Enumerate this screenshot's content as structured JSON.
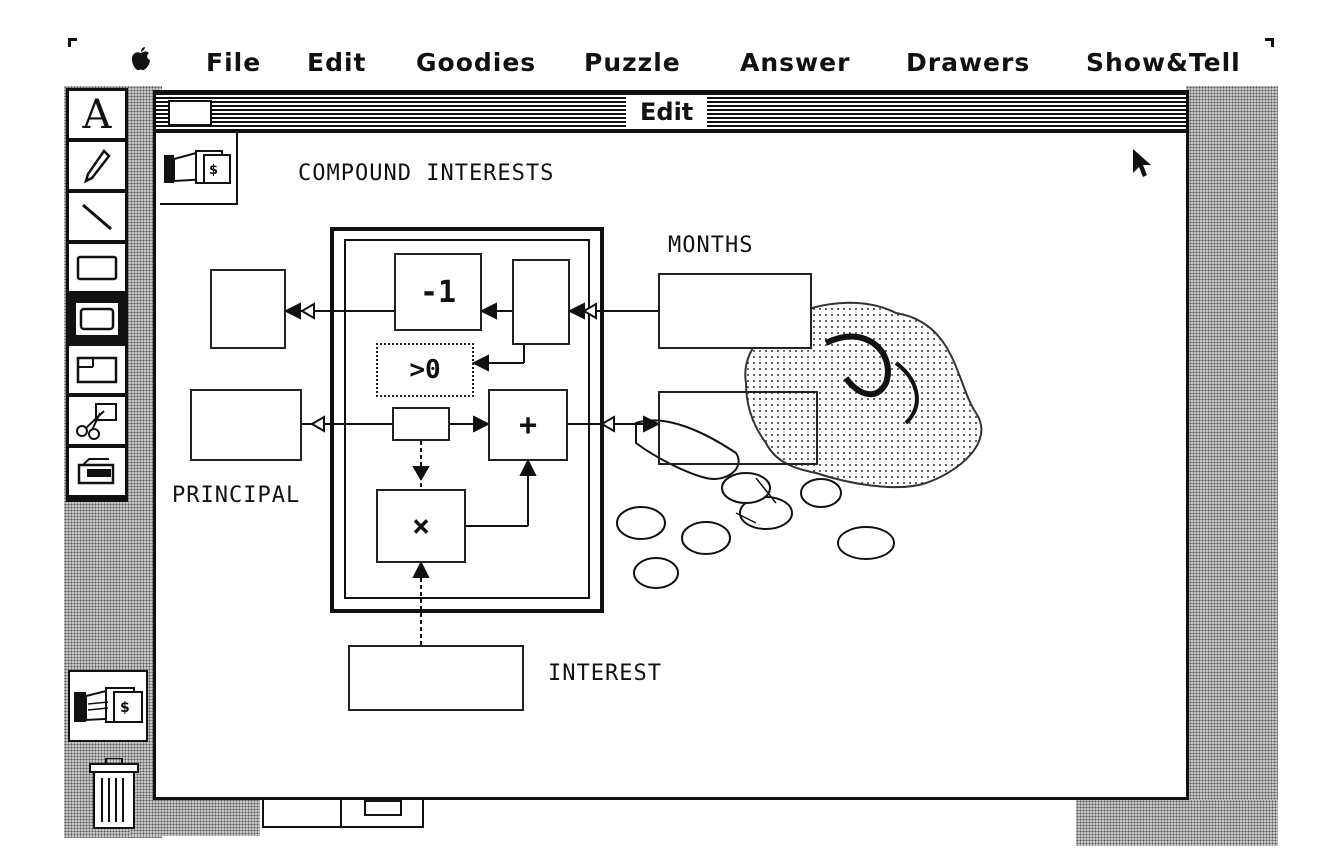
{
  "menu": {
    "apple_icon": "apple-icon",
    "items": [
      "File",
      "Edit",
      "Goodies",
      "Puzzle",
      "Answer",
      "Drawers",
      "Show&Tell"
    ]
  },
  "window": {
    "title": "Edit"
  },
  "palette": {
    "tools": [
      "A",
      "pencil-icon",
      "line-icon",
      "rectangle-icon",
      "rounded-rectangle-icon",
      "folder-tab-icon",
      "scissors-icon",
      "tray-icon"
    ]
  },
  "diagram": {
    "heading": "COMPOUND INTERESTS",
    "labels": {
      "months": "MONTHS",
      "principal": "PRINCIPAL",
      "interest": "INTEREST"
    },
    "operators": {
      "minus_one": "-1",
      "greater_zero": ">0",
      "plus": "+",
      "times": "×"
    }
  }
}
